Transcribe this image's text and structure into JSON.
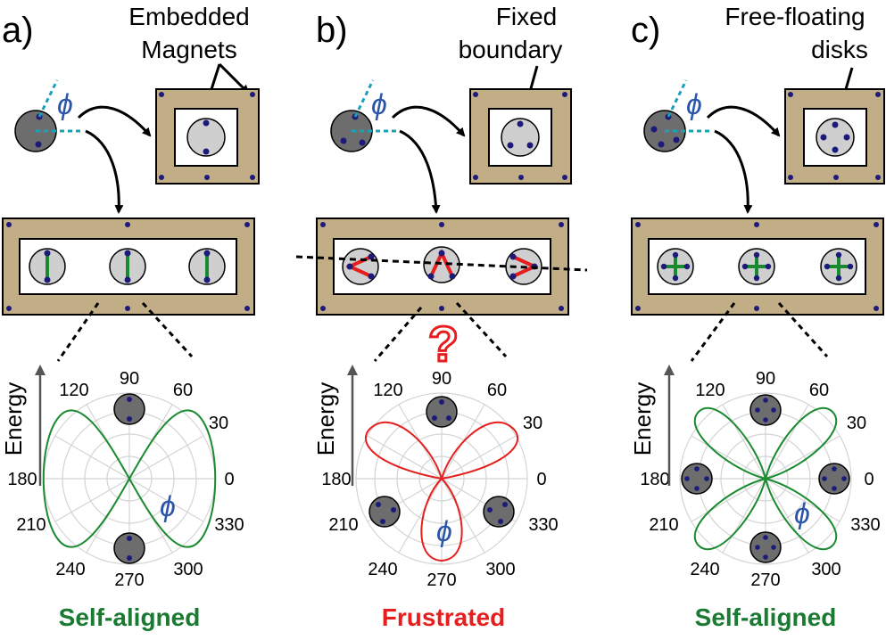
{
  "panels": [
    {
      "letter": "a)",
      "annotation": [
        "Embedded",
        "Magnets"
      ],
      "caption": "Self-aligned",
      "caption_color": "#1a7a32",
      "phi": "ϕ",
      "axis_label": "Energy",
      "question": ""
    },
    {
      "letter": "b)",
      "annotation": [
        "Fixed",
        "boundary"
      ],
      "caption": "Frustrated",
      "caption_color": "#e61e1e",
      "phi": "ϕ",
      "axis_label": "Energy",
      "question": "?"
    },
    {
      "letter": "c)",
      "annotation": [
        "Free-floating",
        "disks"
      ],
      "caption": "Self-aligned",
      "caption_color": "#1a7a32",
      "phi": "ϕ",
      "axis_label": "Energy",
      "question": ""
    }
  ],
  "angle_labels": [
    "0",
    "30",
    "60",
    "90",
    "120",
    "180",
    "210",
    "240",
    "270",
    "300",
    "330"
  ],
  "colors": {
    "frame": "#c1ae86",
    "disk_light": "#cfcfcf",
    "disk_dark": "#6d6d6d",
    "magnet": "#1c1b7a",
    "phi": "#2a55a8",
    "cyan": "#1aa0b8",
    "green": "#1a8a30",
    "red": "#e61e1e",
    "grid": "#d4d4d4"
  }
}
